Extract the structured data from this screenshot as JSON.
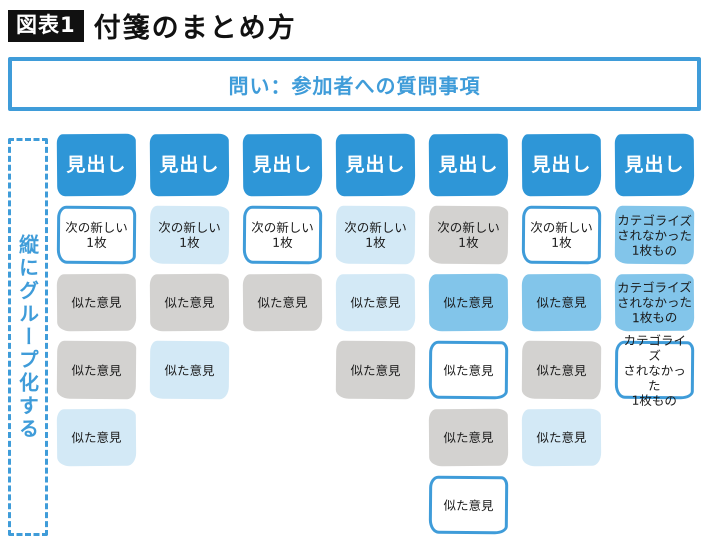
{
  "figure": {
    "badge": "図表1",
    "title": "付箋のまとめ方"
  },
  "banner": {
    "text": "問い：参加者への質問事項"
  },
  "side_label": {
    "text": "縦にグループ化する"
  },
  "palette": {
    "heading-blue": "#2e96d7",
    "medium-blue": "#82c5ea",
    "light-blue": "#d3e9f6",
    "note-gray": "#d3d2d0",
    "line-blue": "#3f9cd9"
  },
  "board": {
    "columns": [
      {
        "notes": [
          {
            "text": "見出し",
            "style": "heading"
          },
          {
            "text": "次の新しい\n1枚",
            "style": "outlined"
          },
          {
            "text": "似た意見",
            "style": "gray"
          },
          {
            "text": "似た意見",
            "style": "gray"
          },
          {
            "text": "似た意見",
            "style": "light"
          }
        ]
      },
      {
        "notes": [
          {
            "text": "見出し",
            "style": "heading"
          },
          {
            "text": "次の新しい\n1枚",
            "style": "light"
          },
          {
            "text": "似た意見",
            "style": "gray"
          },
          {
            "text": "似た意見",
            "style": "light"
          }
        ]
      },
      {
        "notes": [
          {
            "text": "見出し",
            "style": "heading"
          },
          {
            "text": "次の新しい\n1枚",
            "style": "outlined"
          },
          {
            "text": "似た意見",
            "style": "gray"
          }
        ]
      },
      {
        "notes": [
          {
            "text": "見出し",
            "style": "heading"
          },
          {
            "text": "次の新しい\n1枚",
            "style": "light"
          },
          {
            "text": "似た意見",
            "style": "light"
          },
          {
            "text": "似た意見",
            "style": "gray"
          }
        ]
      },
      {
        "notes": [
          {
            "text": "見出し",
            "style": "heading"
          },
          {
            "text": "次の新しい\n1枚",
            "style": "gray"
          },
          {
            "text": "似た意見",
            "style": "medium"
          },
          {
            "text": "似た意見",
            "style": "outlined"
          },
          {
            "text": "似た意見",
            "style": "gray"
          },
          {
            "text": "似た意見",
            "style": "outlined"
          }
        ]
      },
      {
        "notes": [
          {
            "text": "見出し",
            "style": "heading"
          },
          {
            "text": "次の新しい\n1枚",
            "style": "outlined"
          },
          {
            "text": "似た意見",
            "style": "medium"
          },
          {
            "text": "似た意見",
            "style": "gray"
          },
          {
            "text": "似た意見",
            "style": "light"
          }
        ]
      },
      {
        "notes": [
          {
            "text": "見出し",
            "style": "heading"
          },
          {
            "text": "カテゴライズ\nされなかった\n1枚もの",
            "style": "medium"
          },
          {
            "text": "カテゴライズ\nされなかった\n1枚もの",
            "style": "medium"
          },
          {
            "text": "カテゴライズ\nされなかった\n1枚もの",
            "style": "outlined"
          }
        ]
      }
    ]
  }
}
